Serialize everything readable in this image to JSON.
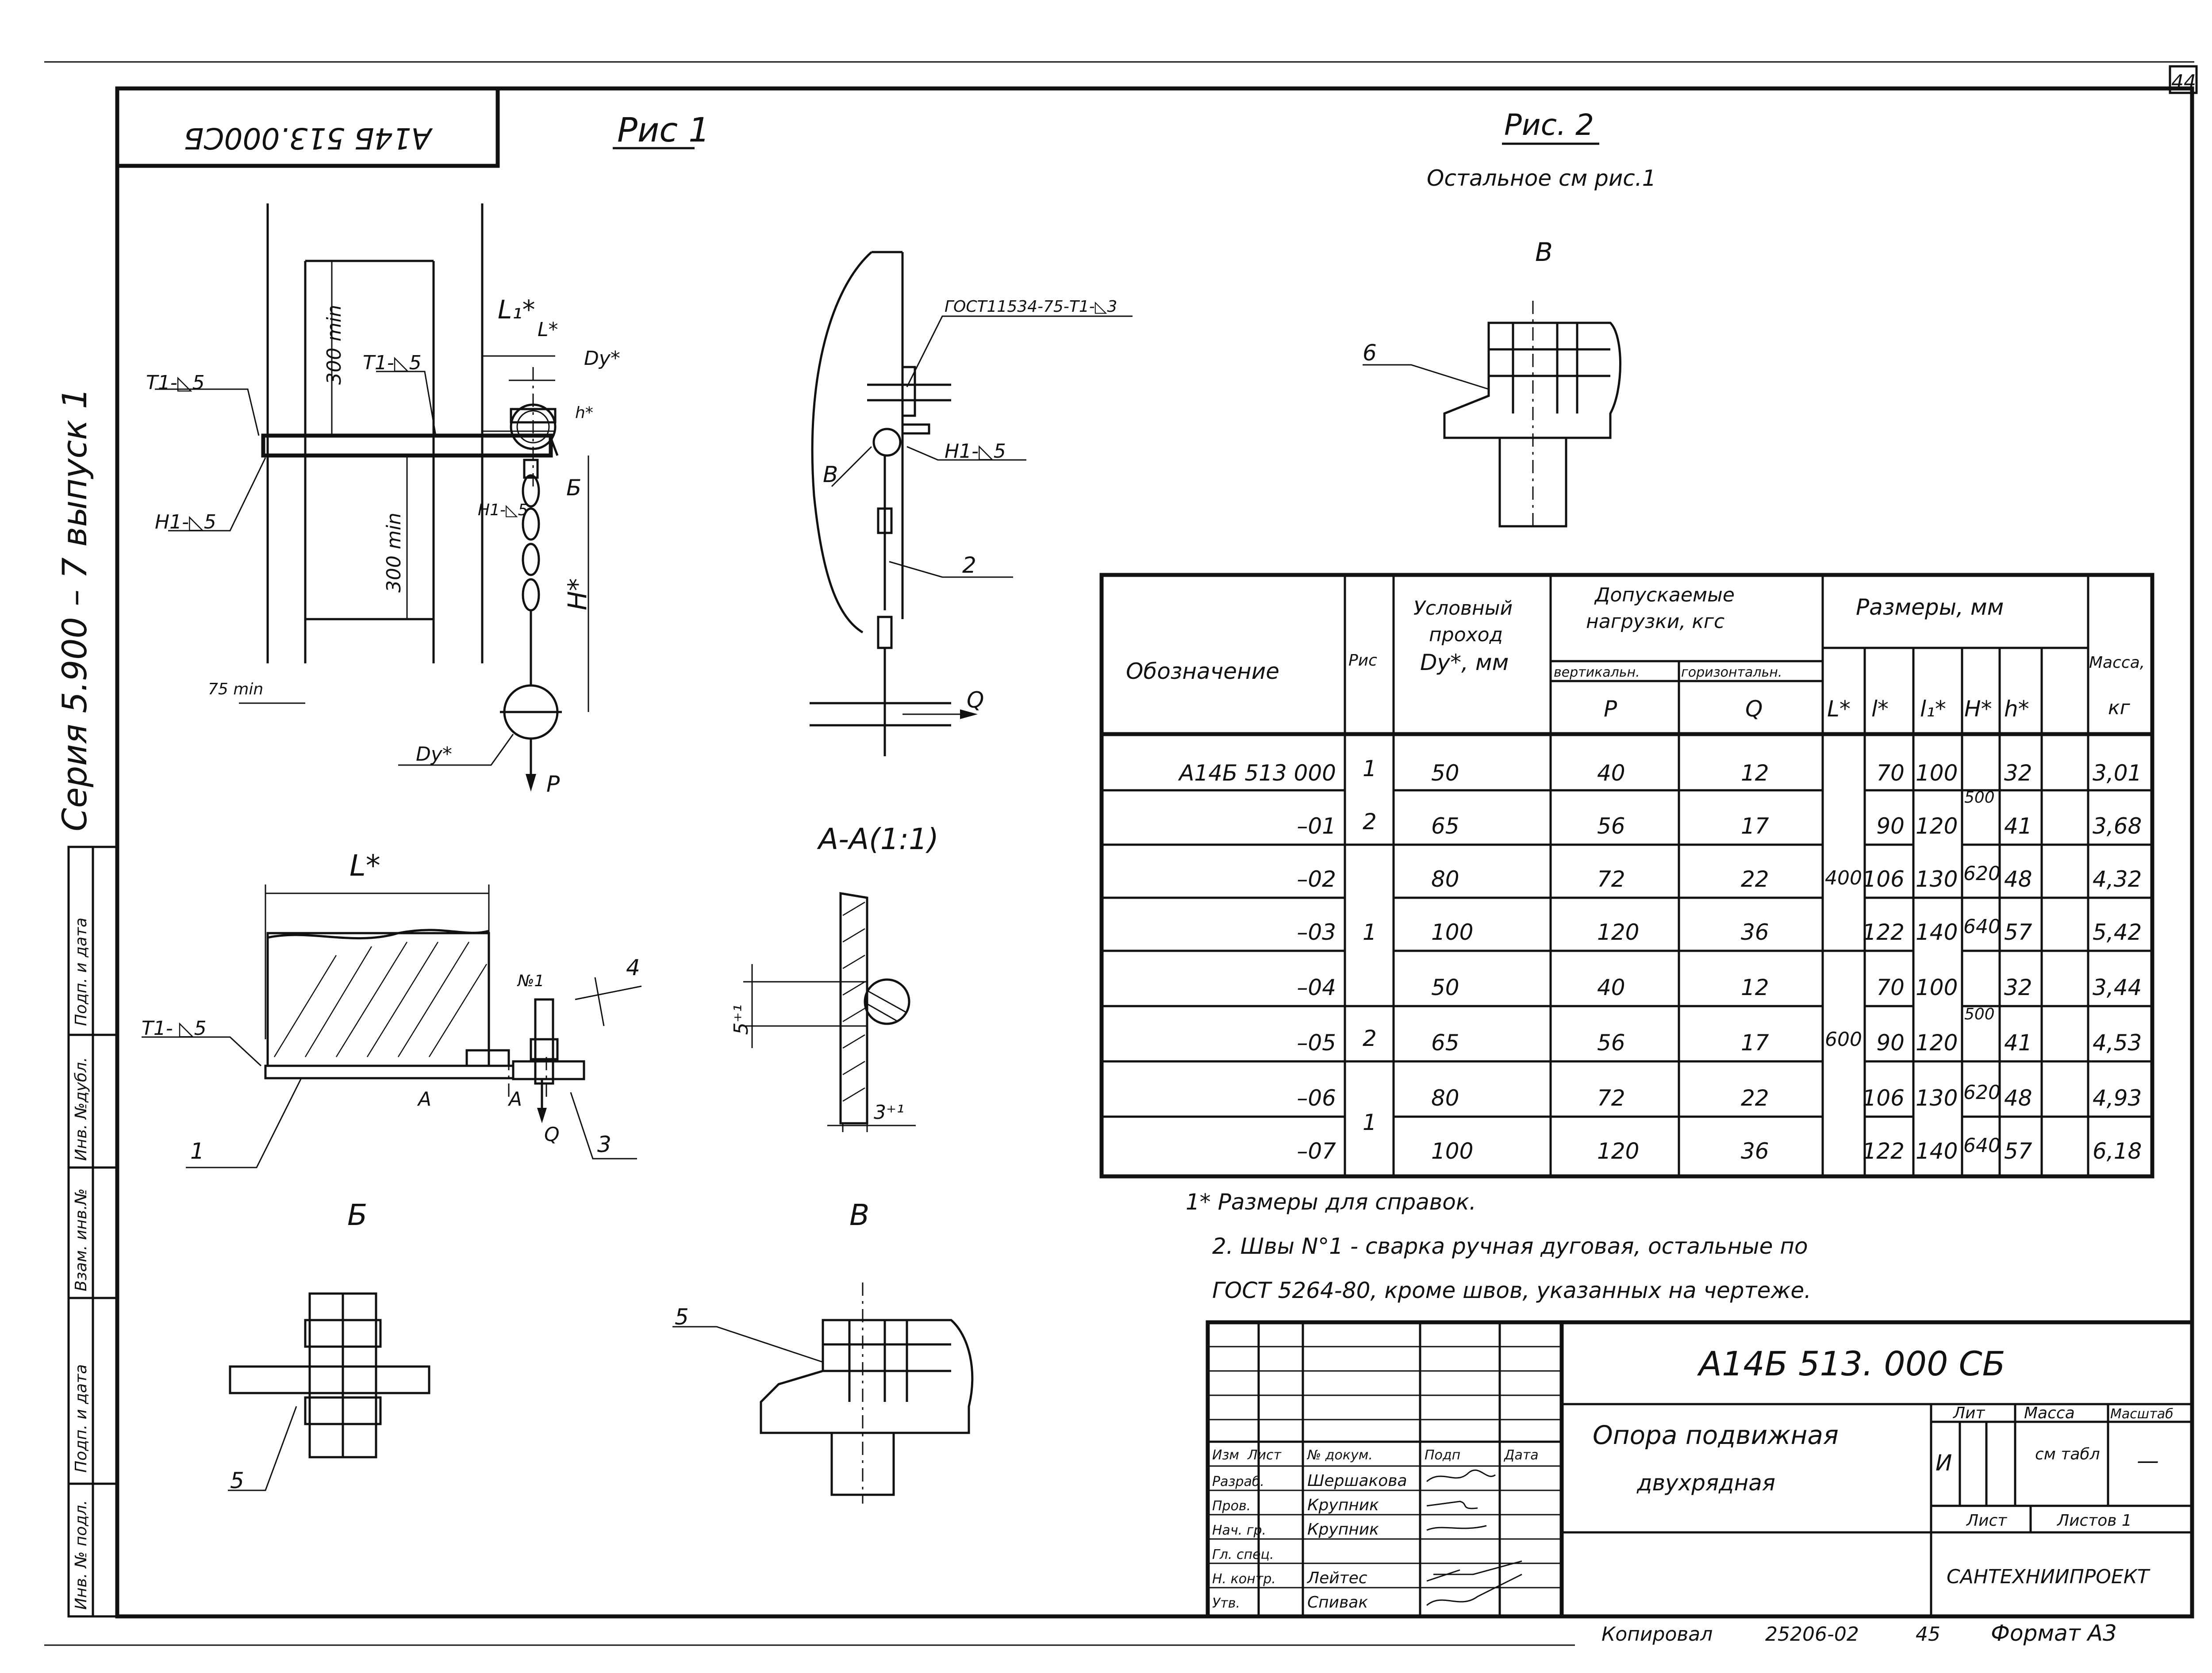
{
  "sheet": {
    "page_number": "44",
    "designation_rotated": "А14Б 513.000СБ"
  },
  "side_strip": {
    "series": "Серия 5.900 – 7 выпуск 1",
    "cells": [
      "Подп. и дата",
      "Инв. №дубл.",
      "Взам. инв.№",
      "Подп. и дата",
      "Инв. № подл."
    ]
  },
  "fig1": {
    "title": "Рис 1",
    "labels": {
      "t1_left": "Т1-◺5",
      "t1_mid": "Т1-◺5",
      "h1_left": "Н1-◺5",
      "h1_mid": "Н1-◺5",
      "dim_300_top": "300 min",
      "dim_300_bottom": "300 min",
      "dim_75": "75 min",
      "l1": "L₁*",
      "l": "L*",
      "dy_top": "Dy*",
      "dy_bottom": "Dy*",
      "h": "H*",
      "hs": "h*",
      "b": "Б",
      "p": "P"
    }
  },
  "fig2": {
    "title": "Рис. 2",
    "subtitle": "Остальное см рис.1",
    "labels": {
      "gost": "ГОСТ11534-75-Т1-◺3",
      "h1": "Н1-◺5",
      "v": "В",
      "num2": "2",
      "q": "Q"
    }
  },
  "view_b_top": {
    "title": "В",
    "num": "6"
  },
  "detail_b": {
    "title": "Б",
    "L": "L*",
    "t1": "Т1- ◺5",
    "n1": "№1",
    "n4": "4",
    "n1b": "1",
    "n3": "3",
    "a1": "А",
    "a2": "А",
    "q": "Q"
  },
  "section_aa": {
    "title": "А-А(1:1)",
    "dim_5": "5⁺¹",
    "dim_3": "3⁺¹"
  },
  "view_b_bottom": {
    "title": "Б",
    "num": "5"
  },
  "view_v_bottom": {
    "title": "В",
    "num": "5"
  },
  "table": {
    "h_designation": "Обозначение",
    "h_fig": "Рис",
    "h_dy_1": "Условный",
    "h_dy_2": "проход",
    "h_dy_3": "Dy*, мм",
    "h_loads_1": "Допускаемые",
    "h_loads_2": "нагрузки, кгс",
    "h_vert": "вертикальн.",
    "h_horiz": "горизонтальн.",
    "h_p": "P",
    "h_q": "Q",
    "h_sizes": "Размеры, мм",
    "h_L": "L*",
    "h_l": "l*",
    "h_l1": "l₁*",
    "h_H": "H*",
    "h_h": "h*",
    "h_mass_1": "Масса,",
    "h_mass_2": "кг",
    "rows": [
      {
        "des": "А14Б 513 000",
        "dy": "50",
        "p": "40",
        "q": "12",
        "l": "70",
        "l1": "100",
        "h": "32",
        "m": "3,01"
      },
      {
        "des": "–01",
        "dy": "65",
        "p": "56",
        "q": "17",
        "l": "90",
        "l1": "120",
        "h": "41",
        "m": "3,68"
      },
      {
        "des": "–02",
        "dy": "80",
        "p": "72",
        "q": "22",
        "l": "106",
        "l1": "130",
        "h": "48",
        "m": "4,32"
      },
      {
        "des": "–03",
        "dy": "100",
        "p": "120",
        "q": "36",
        "l": "122",
        "l1": "140",
        "h": "57",
        "m": "5,42"
      },
      {
        "des": "–04",
        "dy": "50",
        "p": "40",
        "q": "12",
        "l": "70",
        "l1": "100",
        "h": "32",
        "m": "3,44"
      },
      {
        "des": "–05",
        "dy": "65",
        "p": "56",
        "q": "17",
        "l": "90",
        "l1": "120",
        "h": "41",
        "m": "4,53"
      },
      {
        "des": "–06",
        "dy": "80",
        "p": "72",
        "q": "22",
        "l": "106",
        "l1": "130",
        "h": "48",
        "m": "4,93"
      },
      {
        "des": "–07",
        "dy": "100",
        "p": "120",
        "q": "36",
        "l": "122",
        "l1": "140",
        "h": "57",
        "m": "6,18"
      }
    ],
    "fig_cells": [
      "1",
      "2",
      "1",
      "2",
      "1"
    ],
    "L_cells": [
      "400",
      "600"
    ],
    "H_cells": [
      "500",
      "620",
      "640",
      "500",
      "620",
      "640"
    ]
  },
  "notes": [
    "1* Размеры для справок.",
    "2. Швы N°1 - сварка ручная дуговая, остальные по",
    "ГОСТ 5264-80, кроме швов, указанных на чертеже."
  ],
  "title_block": {
    "doc_number": "А14Б 513. 000 СБ",
    "name_1": "Опора подвижная",
    "name_2": "двухрядная",
    "h_change": "Изм",
    "h_sheet": "Лист",
    "h_doc": "№ докум.",
    "h_sign": "Подп",
    "h_date": "Дата",
    "roles": [
      "Разраб.",
      "Пров.",
      "Нач. гр.",
      "Гл. спец.",
      "Н. контр.",
      "Утв."
    ],
    "names": [
      "Шершакова",
      "Крупник",
      "Крупник",
      "",
      "Лейтес",
      "Спивак"
    ],
    "lit_label": "Лит",
    "mass_label": "Масса",
    "scale_label": "Масштаб",
    "lit_value": "И",
    "mass_value": "см табл",
    "scale_value": "—",
    "sheet_label": "Лист",
    "sheets_label": "Листов 1",
    "org": "САНТЕХНИИПРОЕКТ"
  },
  "footer": {
    "copied": "Копировал",
    "number": "25206-02",
    "num2": "45",
    "format": "Формат А3"
  }
}
